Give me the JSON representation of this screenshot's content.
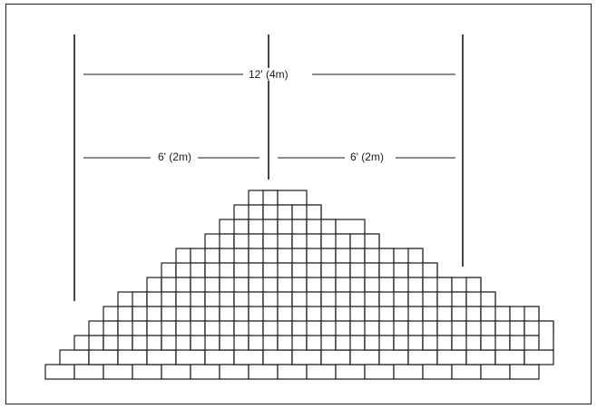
{
  "diagram": {
    "total_label": "12' (4m)",
    "left_label": "6' (2m)",
    "right_label": "6' (2m)"
  },
  "colors": {
    "stroke": "#1a1a1a",
    "paper": "#ffffff"
  }
}
